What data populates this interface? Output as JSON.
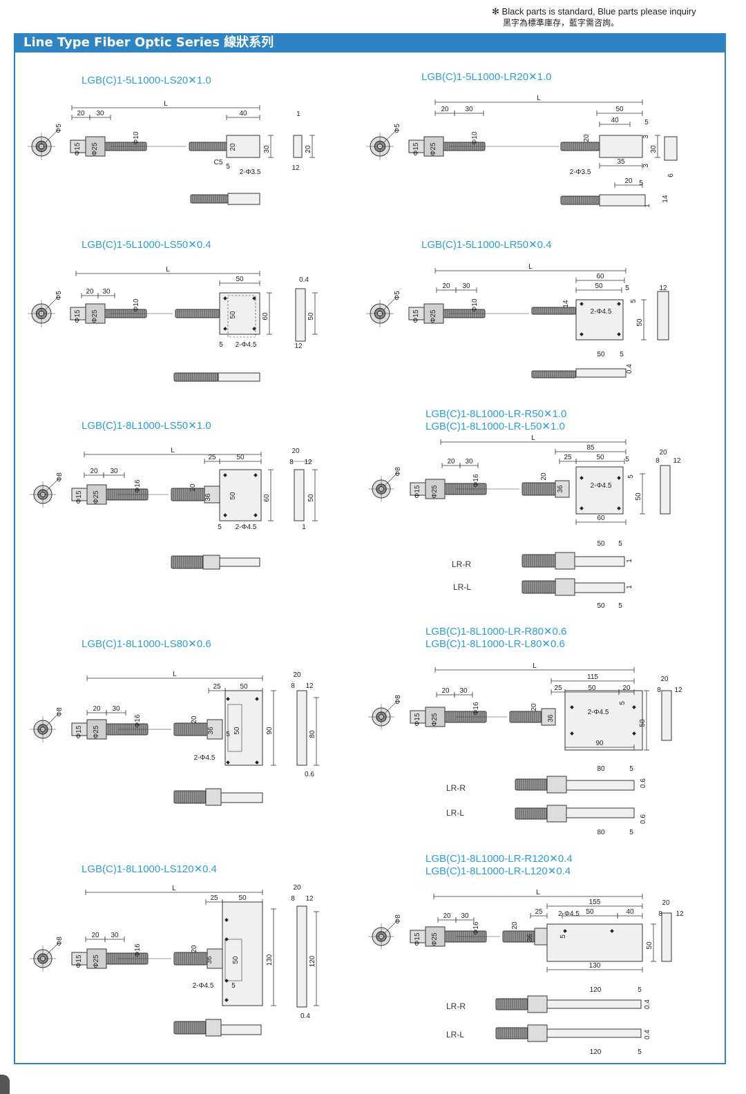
{
  "note": {
    "symbol": "✻",
    "line1": "Black parts is standard, Blue parts please inquiry",
    "line2": "黑字為標準庫存，藍字需咨詢。"
  },
  "header": {
    "title": "Line Type Fiber Optic Series 線狀系列"
  },
  "models": {
    "ls20": "LGB(C)1-5L1000-LS20✕1.0",
    "lr20": "LGB(C)1-5L1000-LR20✕1.0",
    "ls50": "LGB(C)1-5L1000-LS50✕0.4",
    "lr50": "LGB(C)1-5L1000-LR50✕0.4",
    "ls50b": "LGB(C)1-8L1000-LS50✕1.0",
    "lrr50": "LGB(C)1-8L1000-LR-R50✕1.0",
    "lrl50": "LGB(C)1-8L1000-LR-L50✕1.0",
    "ls80": "LGB(C)1-8L1000-LS80✕0.6",
    "lrr80": "LGB(C)1-8L1000-LR-R80✕0.6",
    "lrl80": "LGB(C)1-8L1000-LR-L80✕0.6",
    "ls120": "LGB(C)1-8L1000-LS120✕0.4",
    "lrr120": "LGB(C)1-8L1000-LR-R120✕0.4",
    "lrl120": "LGB(C)1-8L1000-LR-L120✕0.4"
  },
  "variants": {
    "r": "LR-R",
    "l": "LR-L"
  },
  "dims": {
    "L": "L",
    "d20": "20",
    "d30": "30",
    "d40": "40",
    "d50": "50",
    "d60": "60",
    "d80": "80",
    "d90": "90",
    "d120": "120",
    "d130": "130",
    "d25": "25",
    "d5": "5",
    "d1": "1",
    "d3": "3",
    "d6": "6",
    "d8": "8",
    "d12": "12",
    "d14": "14",
    "d35": "35",
    "d36": "36",
    "d85": "85",
    "d115": "115",
    "d155": "155",
    "d04": "0.4",
    "d06": "0.6",
    "phi5": "Φ5",
    "phi8": "Φ8",
    "phi10": "Φ10",
    "phi15": "Φ15",
    "phi16": "Φ16",
    "phi25": "Φ25",
    "hole35": "2-Φ3.5",
    "hole45": "2-Φ4.5",
    "c5": "C5"
  }
}
